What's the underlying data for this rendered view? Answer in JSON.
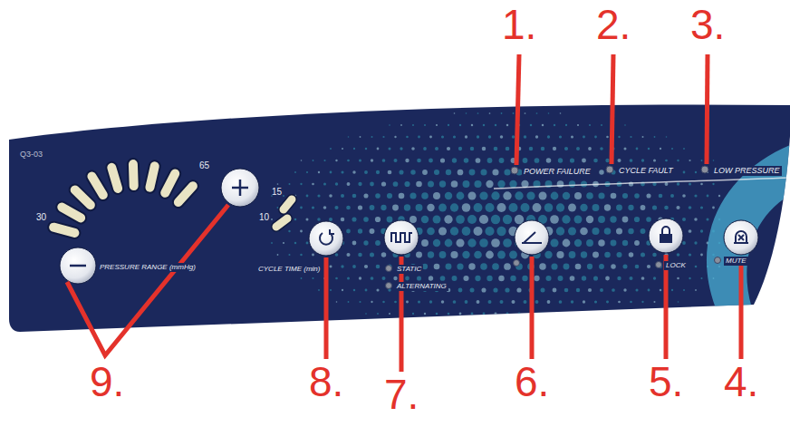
{
  "diagram": {
    "labels": [
      "1.",
      "2.",
      "3.",
      "Q3-03",
      "65",
      "15",
      "10",
      "30",
      "POWER FAILURE",
      "CYCLE FAULT",
      "LOW PRESSURE",
      "PRESSURE RANGE (mmHg)",
      "CYCLE TIME (min)",
      "STATIC",
      "ALTERNATING",
      "LOCK",
      "MUTE",
      "9.",
      "8.",
      "7.",
      "6.",
      "5.",
      "4."
    ]
  }
}
